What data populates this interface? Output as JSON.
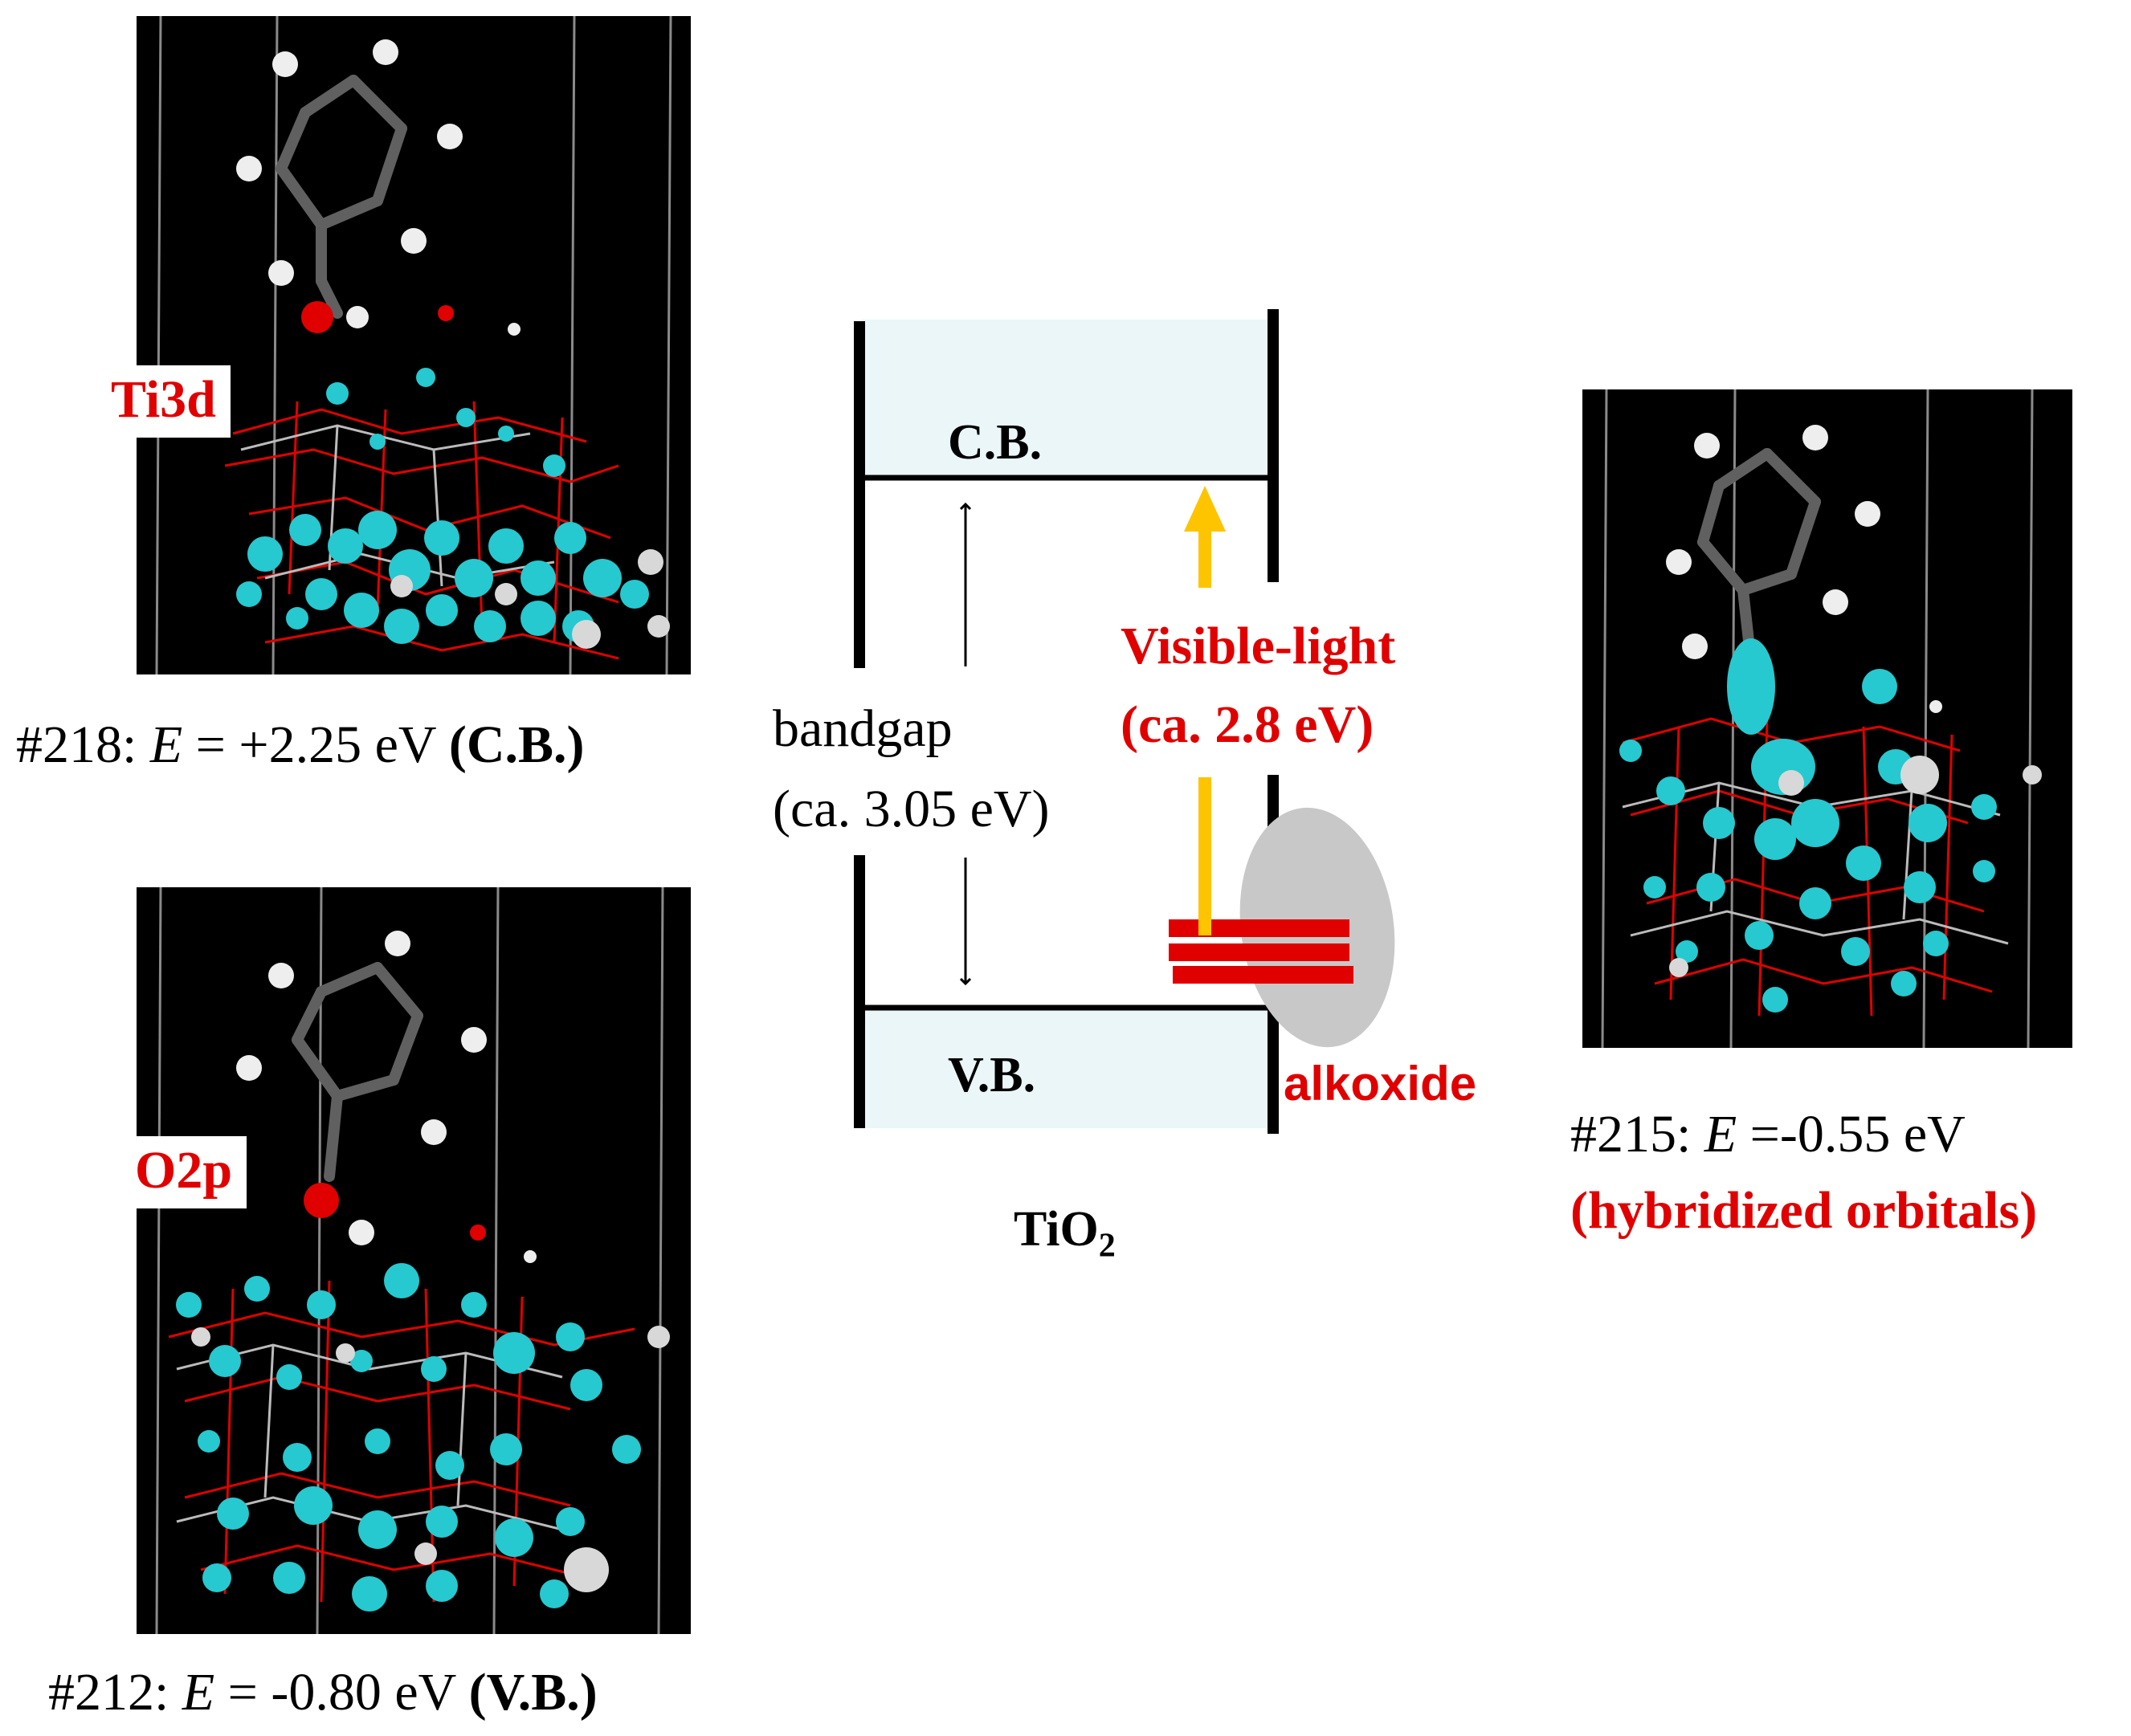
{
  "panels": {
    "cb": {
      "label": "Ti3d",
      "caption": {
        "prefix": "#218: ",
        "symbol": "E",
        "value": " = +2.25 eV ",
        "band": "(C.B.)"
      }
    },
    "vb": {
      "label": "O2p",
      "caption": {
        "prefix": "#212: ",
        "symbol": "E",
        "value": " = -0.80 eV ",
        "band": "(V.B.)"
      }
    },
    "hybrid": {
      "caption": {
        "prefix": "#215: ",
        "symbol": "E",
        "value": " =-0.55 eV"
      },
      "note": "(hybridized orbitals)"
    }
  },
  "diagram": {
    "cb_label": "C.B.",
    "vb_label": "V.B.",
    "bandgap_label": "bandgap",
    "bandgap_value": "(ca. 3.05 eV)",
    "visible_label": "Visible-light",
    "visible_value": "(ca. 2.8 eV)",
    "alkoxide_label": "alkoxide",
    "material": {
      "main": "TiO",
      "sub": "2"
    }
  },
  "colors": {
    "label_red": "#e00000",
    "band_fill": "#eaf6f8",
    "arrow_yellow": "#ffc400",
    "orbital_cyan": "#25c9cf",
    "alkoxide_gray": "#c8c8c8",
    "panel_bg": "#000000"
  }
}
